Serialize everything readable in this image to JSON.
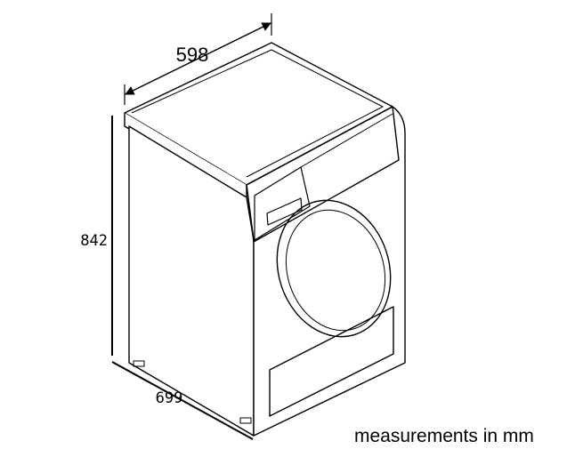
{
  "dimensions": {
    "width": "598",
    "height": "842",
    "depth": "699"
  },
  "note": "measurements in mm"
}
